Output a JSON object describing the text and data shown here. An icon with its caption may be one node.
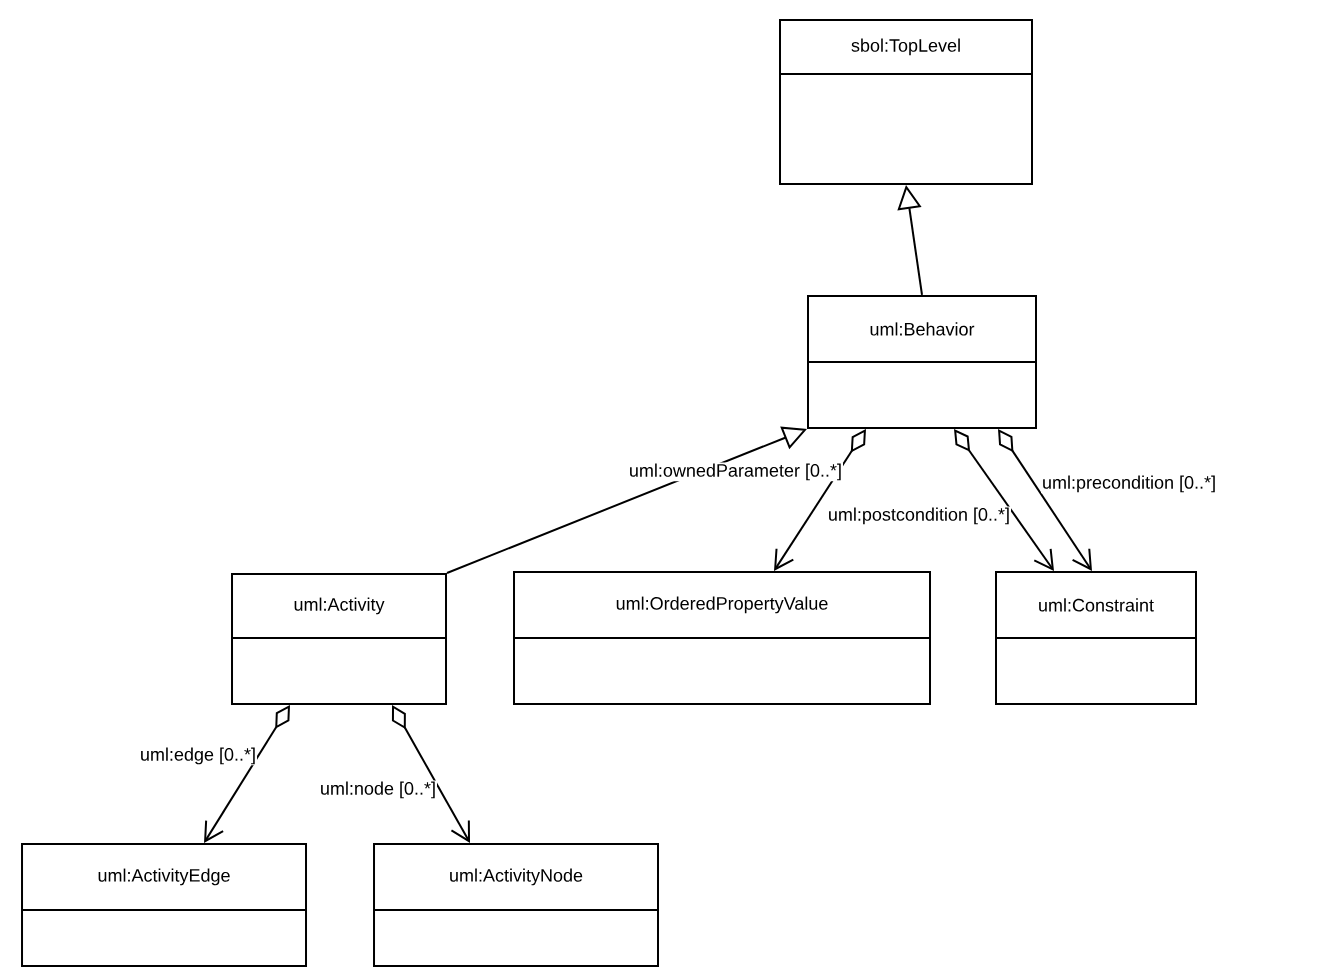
{
  "diagram": {
    "nodes": [
      {
        "text": [
          "sbol:TopLevel"
        ]
      },
      {
        "text": [
          "uml:Behavior"
        ]
      },
      {
        "text": [
          "uml:Activity"
        ]
      },
      {
        "text": [
          "uml:OrderedPropertyValue"
        ]
      },
      {
        "text": [
          "uml:Constraint"
        ]
      },
      {
        "text": [
          "uml:ActivityEdge"
        ]
      },
      {
        "text": [
          "uml:ActivityNode"
        ]
      }
    ],
    "edges": [
      {
        "from": 1,
        "to": 0,
        "arrow": "to"
      },
      {
        "from": 2,
        "to": 1,
        "arrow": "to"
      },
      {
        "from": 1,
        "to": 3,
        "arrow": "to",
        "label": "uml:ownedParameter [0..*]"
      },
      {
        "from": 1,
        "to": 4,
        "arrow": "to",
        "label": "uml:postcondition [0..*]"
      },
      {
        "from": 1,
        "to": 4,
        "arrow": "to",
        "label": "uml:precondition [0..*]"
      },
      {
        "from": 2,
        "to": 5,
        "arrow": "to",
        "label": "uml:edge [0..*]"
      },
      {
        "from": 2,
        "to": 6,
        "arrow": "to",
        "label": "uml:node [0..*]"
      }
    ]
  }
}
